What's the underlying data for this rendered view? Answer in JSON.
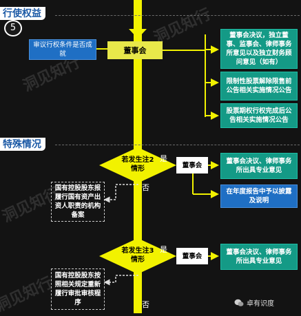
{
  "sections": {
    "exercise": "行使权益",
    "special": "特殊情况",
    "step_number": "5"
  },
  "nodes": {
    "review_condition": "审议行权条件是否成就",
    "board_main": "董事会",
    "board_opinion": "董事会决议，独立董事、监事会、律师事务所意见以及独立财务顾问意见（如有）",
    "restricted_stock": "限制性股票解除限售前公告相关实施情况公告",
    "option_complete": "股票期权行权完成后公告相关实施情况公告",
    "case2_decision": "若发生注2情形",
    "case2_board": "董事会",
    "case2_result": "董事会决议、律师事务所出具专业意见",
    "case2_annual": "在年度报告中予以披露及说明",
    "case2_stateowned": "国有控股股东报履行国有资产出资人职责的机构备案",
    "case3_decision": "若发生注3情形",
    "case3_board": "董事会",
    "case3_result": "董事会决议、律师事务所出具专业意见",
    "case3_stateowned": "国有控股股东按照相关规定重新履行审批审核程序"
  },
  "labels": {
    "yes1": "是",
    "no1": "否",
    "yes2": "是",
    "no2": "否"
  },
  "watermark": {
    "brand": "洞见知行",
    "wechat": "卓有识度"
  },
  "colors": {
    "flow_yellow": "#f2f200",
    "box_blue": "#1f6fc4",
    "box_green": "#149a86",
    "section_text": "#1c5aa6"
  }
}
